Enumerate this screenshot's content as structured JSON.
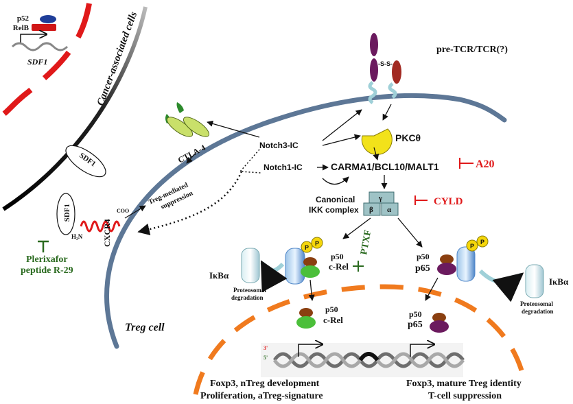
{
  "colors": {
    "cancer_membrane": "#e0191a",
    "treg_membrane": "#5d7796",
    "nucleus": "#f07a1e",
    "inhibitor_red": "#e0191a",
    "inhibitor_green": "#2a6a1f",
    "pkc": "#f2e21a",
    "ctla4": "#c9e06a",
    "ikk": "#9fc3c6",
    "relb": "#d01717",
    "p52": "#1f3e99",
    "p50": "#8a3f10",
    "crel": "#4bbf3a",
    "p65": "#6b1a5e",
    "phospho": "#f5d60a"
  },
  "labels": {
    "cancer_cells": "Cancer-associated cells",
    "treg_cell": "Treg cell",
    "p52": "p52",
    "relb": "RelB",
    "sdf1_gene": "SDF1",
    "sdf1_membrane": "SDF1",
    "sdf1_ligand": "SDF1",
    "cxcr4": "CXCR4",
    "coo": "COO",
    "h2n": "H₂N",
    "plerixafor": "Plerixafor",
    "peptide": "peptide R-29",
    "ctla4": "CTLA-4",
    "treg_mediated": "Treg-mediated",
    "suppression": "suppression",
    "notch3": "Notch3-IC",
    "notch1": "Notch1-IC",
    "pretcr": "pre-TCR/TCR(?)",
    "ss": "-S-S-",
    "pkc": "PKCθ",
    "carma": "CARMA1/BCL10/MALT1",
    "a20": "A20",
    "cyld": "CYLD",
    "canonical": "Canonical",
    "ikk_complex": "IKK  complex",
    "gamma": "γ",
    "beta": "β",
    "alpha": "α",
    "ptxf": "PTXF",
    "ikba_left": "IκBα",
    "ikba_right": "IκBα",
    "proteo_left": "Proteosomal",
    "degrad_left": "degradation",
    "proteo_right": "Proteosomal",
    "degrad_right": "degradation",
    "p": "P",
    "p50": "p50",
    "crel": "c-Rel",
    "p65": "p65",
    "dna_mark3": "3'",
    "dna_mark5": "5'",
    "left_outcome_1": "Foxp3, nTreg development",
    "left_outcome_2": "Proliferation, aTreg-signature",
    "right_outcome_1": "Foxp3, mature Treg identity",
    "right_outcome_2": "T-cell suppression"
  }
}
